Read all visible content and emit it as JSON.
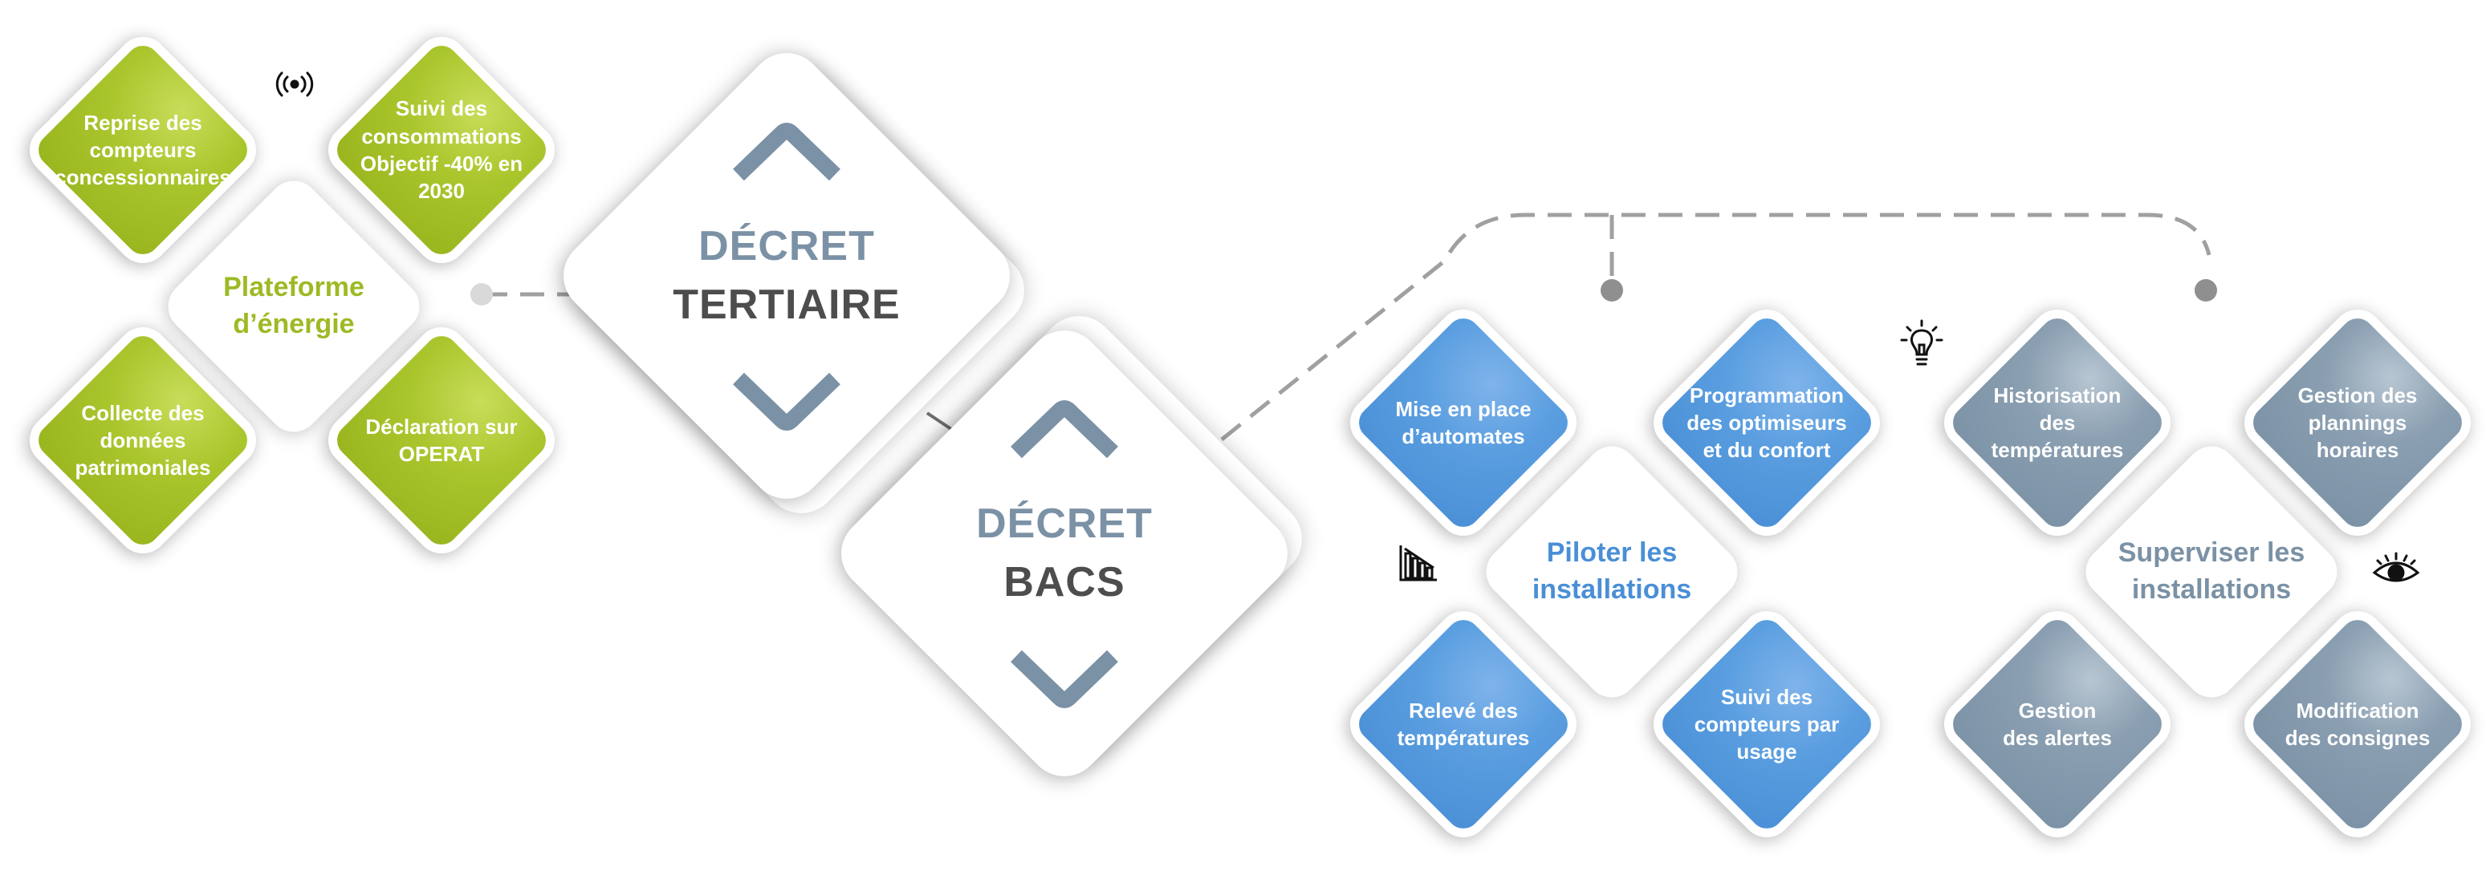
{
  "energy_platform": {
    "hub": [
      "Plateforme",
      "d’énergie"
    ],
    "tiles": {
      "meters": [
        "Reprise des",
        "compteurs",
        "concessionnaires"
      ],
      "consumption": [
        "Suivi des",
        "consommations",
        "Objectif -40% en",
        "2030"
      ],
      "assets": [
        "Collecte des",
        "données",
        "patrimoniales"
      ],
      "operat": [
        "Déclaration sur",
        "OPERAT"
      ]
    }
  },
  "decret_tertiaire": {
    "top": "DÉCRET",
    "bottom": "TERTIAIRE"
  },
  "decret_bacs": {
    "top": "DÉCRET",
    "bottom": "BACS"
  },
  "piloter": {
    "hub": [
      "Piloter les",
      "installations"
    ],
    "tiles": {
      "automates": [
        "Mise en place",
        "d’automates"
      ],
      "optimiseurs": [
        "Programmation",
        "des optimiseurs",
        "et du confort"
      ],
      "releve": [
        "Relevé des",
        "températures"
      ],
      "compteurs_usage": [
        "Suivi des",
        "compteurs par",
        "usage"
      ]
    }
  },
  "superviser": {
    "hub": [
      "Superviser les",
      "installations"
    ],
    "tiles": {
      "historisation": [
        "Historisation",
        "des",
        "températures"
      ],
      "plannings": [
        "Gestion des",
        "plannings",
        "horaires"
      ],
      "alertes": [
        "Gestion",
        "des alertes"
      ],
      "consignes": [
        "Modification",
        "des consignes"
      ]
    }
  },
  "colors": {
    "green": "#a5c22b",
    "blue": "#4a8fd6",
    "grey": "#7b91a5",
    "dark": "#4d4d4d"
  },
  "icons": [
    "wireless-signal-icon",
    "bar-chart-icon",
    "lightbulb-icon",
    "eye-icon"
  ]
}
